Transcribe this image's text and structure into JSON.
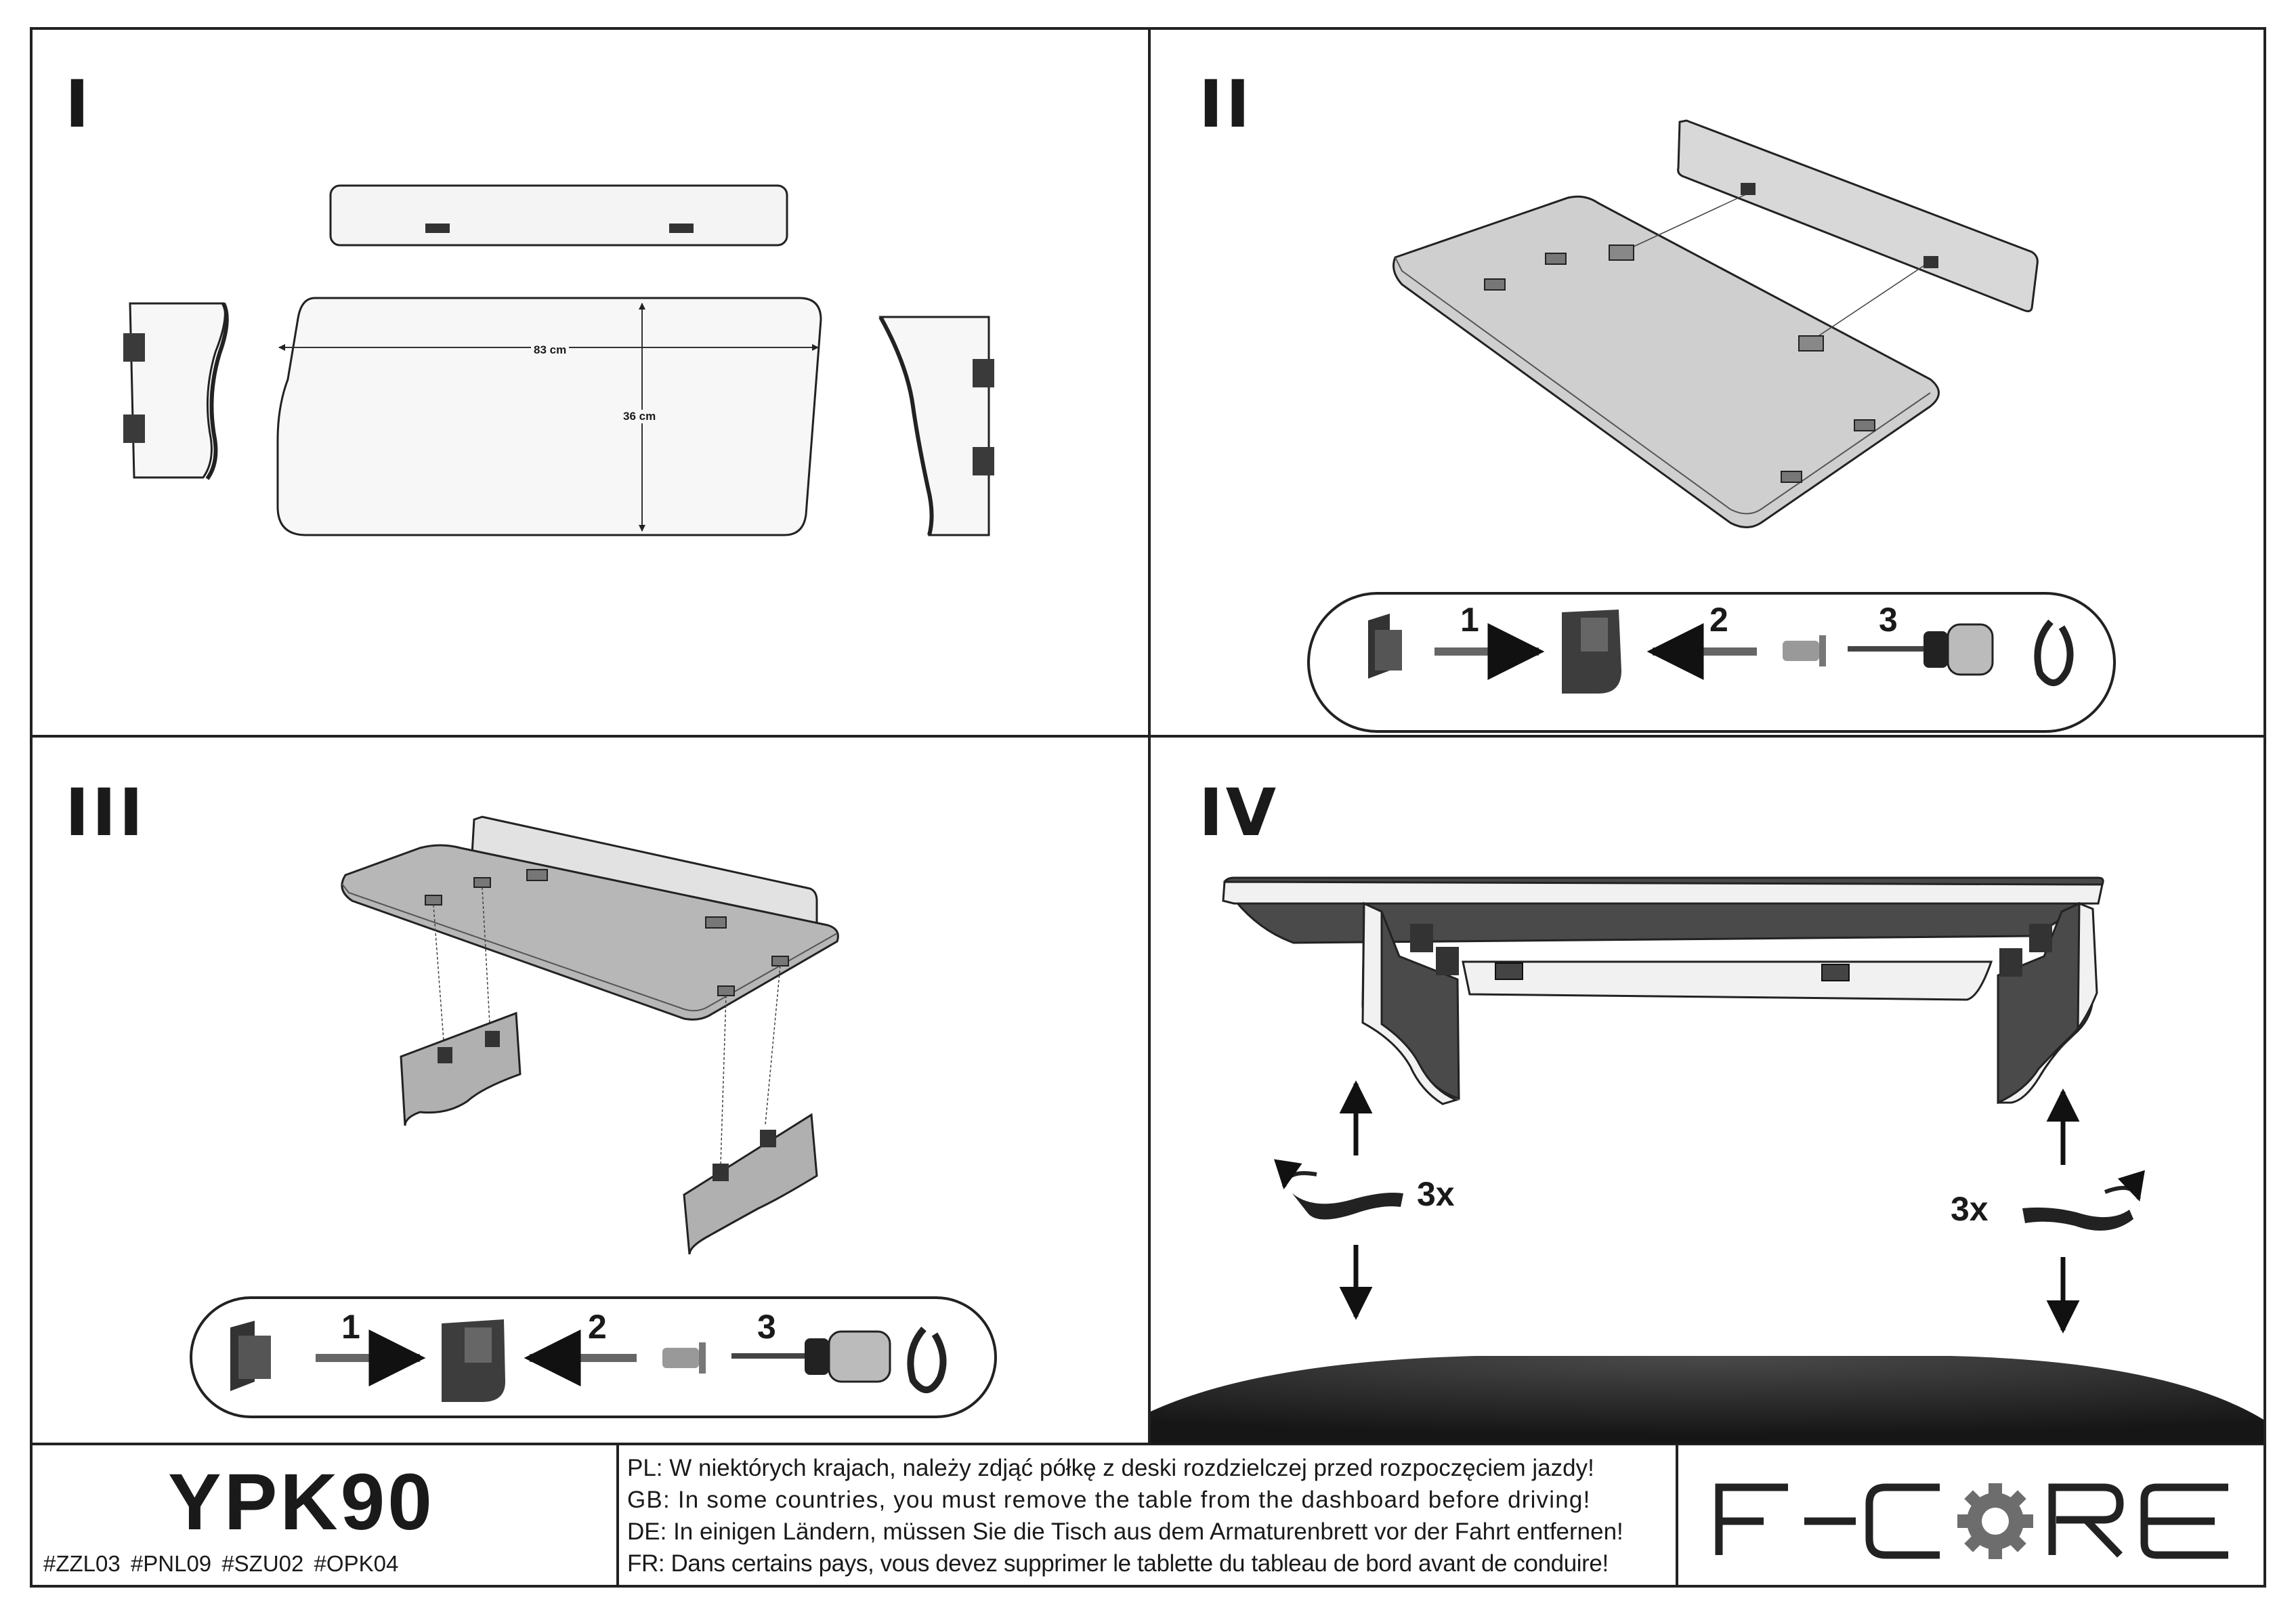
{
  "panels": {
    "p1": {
      "numeral": "I",
      "width_label": "83 cm",
      "depth_label": "36 cm"
    },
    "p2": {
      "numeral": "II",
      "steps": [
        "1",
        "2",
        "3"
      ]
    },
    "p3": {
      "numeral": "III",
      "steps": [
        "1",
        "2",
        "3"
      ]
    },
    "p4": {
      "numeral": "IV",
      "repeat_left": "3x",
      "repeat_right": "3x"
    }
  },
  "footer": {
    "model": "YPK90",
    "codes": "#ZZL03  #PNL09  #SZU02   #OPK04",
    "notices": [
      "PL: W niektórych krajach, należy zdjąć półkę z deski rozdzielczej przed rozpoczęciem jazdy!",
      "GB: In some countries, you must remove the table from the dashboard before driving!",
      "DE: In einigen Ländern, müssen Sie die Tisch aus dem Armaturenbrett vor der Fahrt entfernen!",
      "FR: Dans certains pays, vous devez supprimer le tablette du tableau de bord avant de conduire!"
    ],
    "brand_logo": "F-CORE"
  },
  "icons": [
    "hook-clip-icon",
    "arrow-right-icon",
    "arrow-left-icon",
    "screw-icon",
    "screwdriver-icon",
    "rotate-icon",
    "up-arrow-icon",
    "down-arrow-icon",
    "twist-arrow-icon",
    "gear-icon"
  ]
}
